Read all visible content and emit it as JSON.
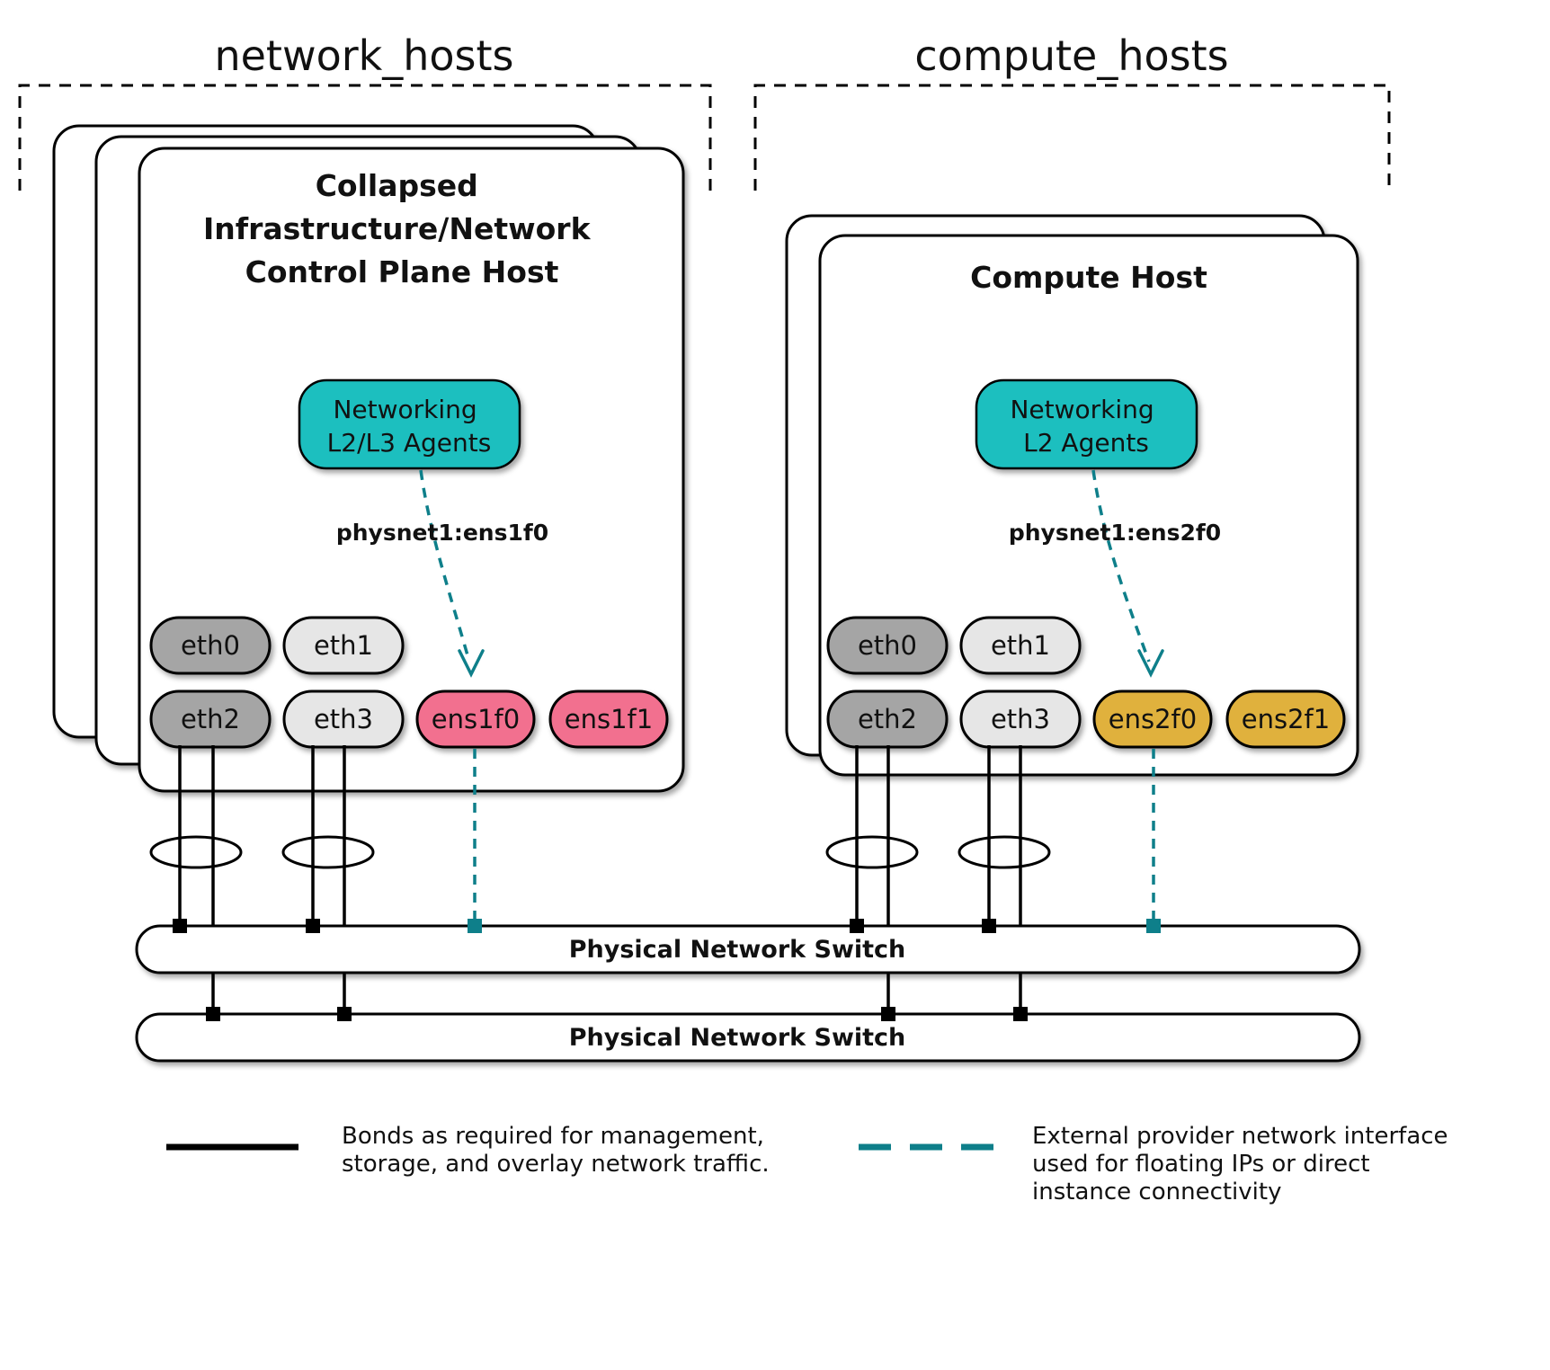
{
  "groups": {
    "network": {
      "label": "network_hosts"
    },
    "compute": {
      "label": "compute_hosts"
    }
  },
  "control_plane_host": {
    "title_line1": "Collapsed",
    "title_line2": "Infrastructure/Network",
    "title_line3": "Control Plane Host",
    "agent_line1": "Networking",
    "agent_line2": "L2/L3 Agents",
    "physnet_label": "physnet1:ens1f0",
    "nics": {
      "eth0": "eth0",
      "eth1": "eth1",
      "eth2": "eth2",
      "eth3": "eth3",
      "ens1f0": "ens1f0",
      "ens1f1": "ens1f1"
    }
  },
  "compute_host": {
    "title": "Compute Host",
    "agent_line1": "Networking",
    "agent_line2": "L2 Agents",
    "physnet_label": "physnet1:ens2f0",
    "nics": {
      "eth0": "eth0",
      "eth1": "eth1",
      "eth2": "eth2",
      "eth3": "eth3",
      "ens2f0": "ens2f0",
      "ens2f1": "ens2f1"
    }
  },
  "switches": {
    "top": {
      "label": "Physical Network Switch"
    },
    "bottom": {
      "label": "Physical Network Switch"
    }
  },
  "legend": {
    "bond": {
      "line1": "Bonds as required for management,",
      "line2": "storage, and overlay network traffic."
    },
    "provider": {
      "line1": "External provider network interface",
      "line2": "used for floating IPs or direct",
      "line3": "instance connectivity"
    }
  },
  "colors": {
    "agent_fill": "#1abfbf",
    "provider_stroke": "#0e7f8a",
    "nic_gray_dark": "#a5a5a5",
    "nic_gray_light": "#e6e6e6",
    "nic_pink": "#f2708f",
    "nic_gold": "#e0b13e",
    "box_fill": "#ffffff",
    "line_black": "#000000"
  }
}
